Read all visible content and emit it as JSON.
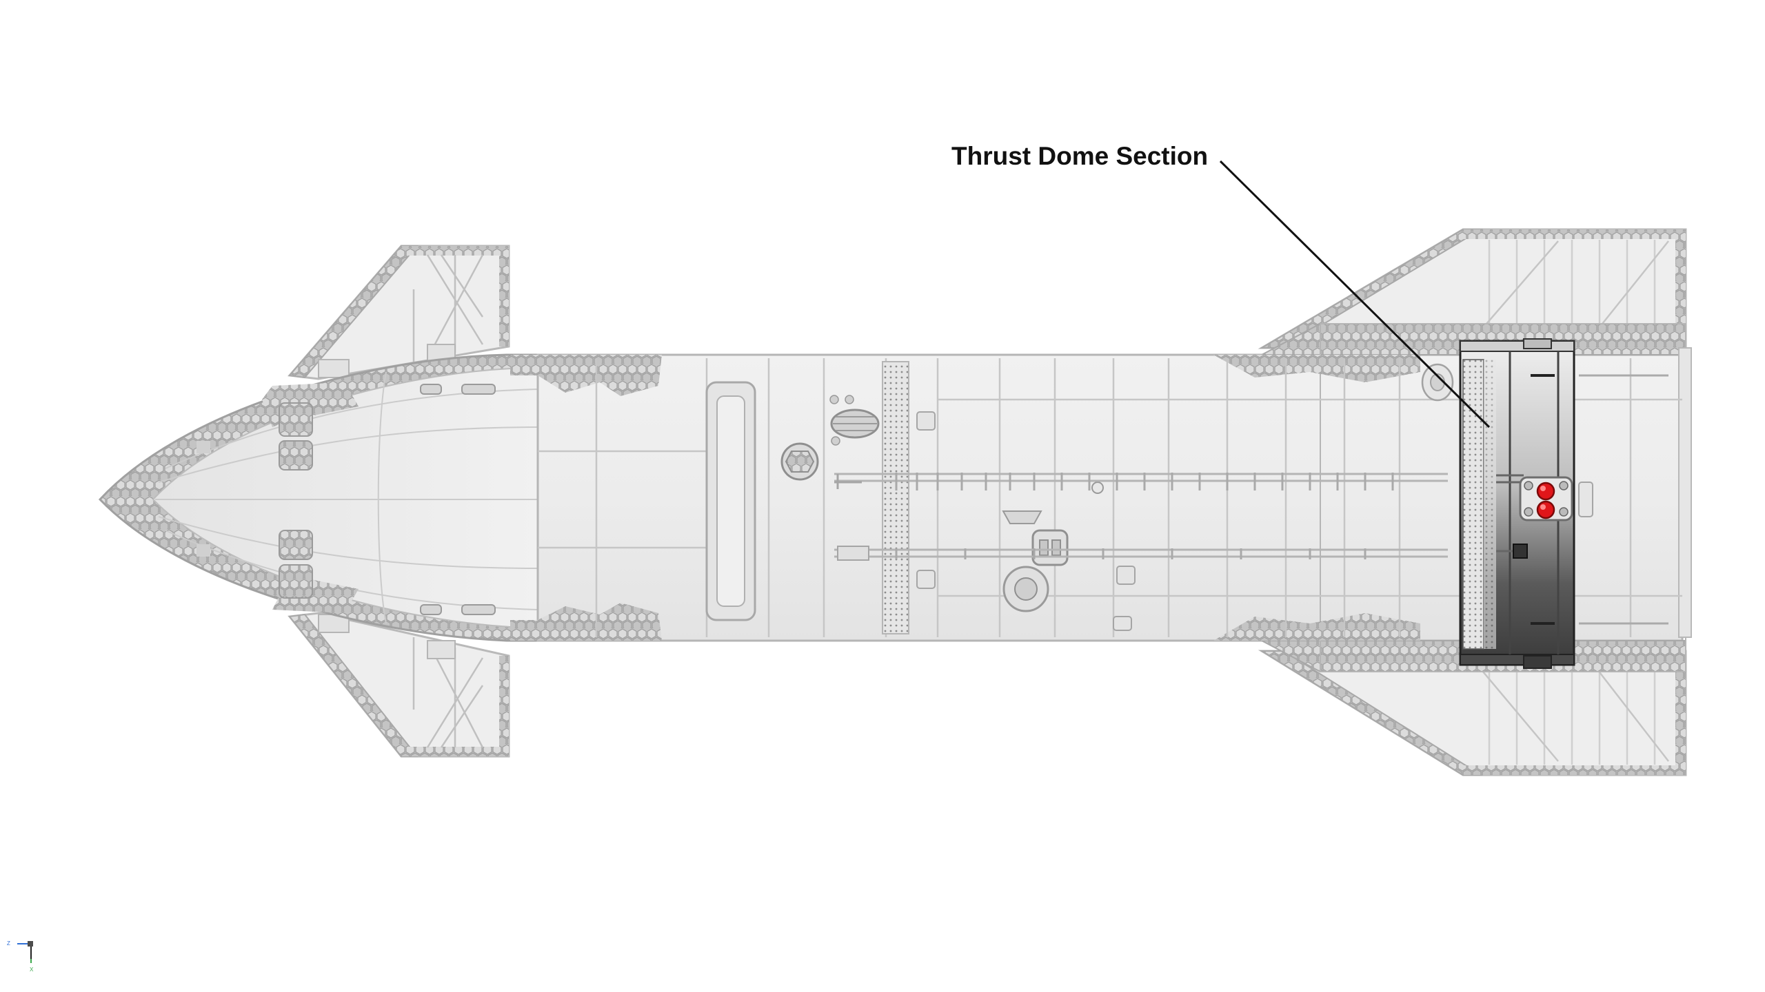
{
  "annotation": {
    "label": "Thrust Dome Section"
  },
  "view": {
    "axis_labels": [
      "Z",
      "X"
    ]
  },
  "colors": {
    "hull": "#eaeaea",
    "hull_line": "#bdbdbd",
    "tile": "#bcbcbc",
    "tile_stroke": "#9c9c9c",
    "section_dark": "#3d3d3d",
    "valve_red": "#e0161a",
    "leader": "#111111",
    "triad_z": "#2f6fd6",
    "triad_x": "#3aa84b"
  }
}
